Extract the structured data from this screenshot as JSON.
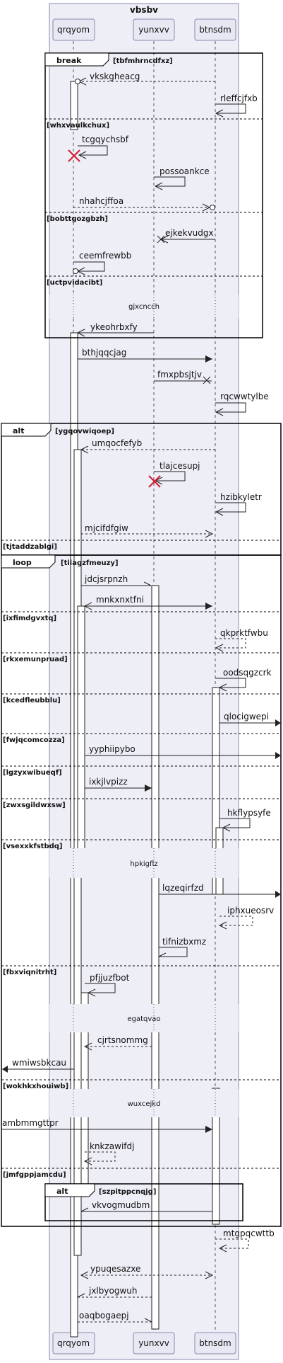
{
  "box_title": "vbsbv",
  "participants": [
    "qrqyom",
    "yunxvv",
    "btnsdm"
  ],
  "frames": [
    {
      "kind": "break",
      "condition": "tbfmhrncdfxz",
      "sections": [
        "whxvaulkchux",
        "bobttgozgbzh",
        "uctpvidacibt"
      ]
    },
    {
      "kind": "alt",
      "condition": "ygqovwiqoep",
      "sections": [
        "tjtaddzablgi"
      ]
    },
    {
      "kind": "loop",
      "condition": "tiiagzfmeuzy",
      "sections": [
        "ixfimdgvxtq",
        "rkxemunpruad",
        "kcedfleubblu",
        "fwjqcomcozza",
        "lgzyxwibueqf",
        "zwxsgildwxsw",
        "vsexxkfstbdq",
        "fbxviqnitrht",
        "wokhkxhouiwb",
        "jmfgppjamcdu"
      ]
    },
    {
      "kind": "alt",
      "condition": "szpitppcnqjg",
      "sections": []
    }
  ],
  "dividers": [
    "gjxcncch",
    "hpkigflz",
    "egatqvao",
    "wuxcejkd"
  ],
  "messages": [
    {
      "text": "vkskgheacg",
      "from": "btnsdm",
      "to": "qrqyom"
    },
    {
      "text": "rleffcjfxb",
      "from": "btnsdm",
      "to": "btnsdm"
    },
    {
      "text": "tcgqychsbf",
      "from": "qrqyom",
      "to": "qrqyom"
    },
    {
      "text": "possoankce",
      "from": "yunxvv",
      "to": "yunxvv"
    },
    {
      "text": "nhahcjffoa",
      "from": "qrqyom",
      "to": "btnsdm"
    },
    {
      "text": "ejkekvudgx",
      "from": "btnsdm",
      "to": "yunxvv"
    },
    {
      "text": "ceemfrewbb",
      "from": "qrqyom",
      "to": "qrqyom"
    },
    {
      "text": "ykeohrbxfy",
      "from": "yunxvv",
      "to": "qrqyom"
    },
    {
      "text": "bthjqqcjag",
      "from": "qrqyom",
      "to": "btnsdm"
    },
    {
      "text": "fmxpbsjtjv",
      "from": "yunxvv",
      "to": "btnsdm"
    },
    {
      "text": "rqcwwtylbe",
      "from": "btnsdm",
      "to": "btnsdm"
    },
    {
      "text": "umqocfefyb",
      "from": "btnsdm",
      "to": "qrqyom"
    },
    {
      "text": "tlajcesupj",
      "from": "yunxvv",
      "to": "yunxvv"
    },
    {
      "text": "hzibkyletr",
      "from": "btnsdm",
      "to": "btnsdm"
    },
    {
      "text": "mjcifdfgiw",
      "from": "qrqyom",
      "to": "btnsdm"
    },
    {
      "text": "jdcjsrpnzh",
      "from": "qrqyom",
      "to": "yunxvv"
    },
    {
      "text": "mnkxnxtfni",
      "from": "btnsdm",
      "to": "qrqyom"
    },
    {
      "text": "qkprktfwbu",
      "from": "btnsdm",
      "to": "btnsdm"
    },
    {
      "text": "oodsqgzcrk",
      "from": "btnsdm",
      "to": "btnsdm"
    },
    {
      "text": "qlocigwepi",
      "from": "btnsdm",
      "to": "right-edge"
    },
    {
      "text": "yyphiipybo",
      "from": "qrqyom",
      "to": "right-edge"
    },
    {
      "text": "ixkjlvpizz",
      "from": "qrqyom",
      "to": "yunxvv"
    },
    {
      "text": "hkflypsyfe",
      "from": "btnsdm",
      "to": "btnsdm"
    },
    {
      "text": "lqzeqirfzd",
      "from": "yunxvv",
      "to": "right-edge"
    },
    {
      "text": "iphxueosrv",
      "from": "btnsdm",
      "to": "btnsdm"
    },
    {
      "text": "tifnizbxmz",
      "from": "yunxvv",
      "to": "yunxvv"
    },
    {
      "text": "pfjjuzfbot",
      "from": "qrqyom",
      "to": "qrqyom"
    },
    {
      "text": "cjrtsnommg",
      "from": "yunxvv",
      "to": "qrqyom"
    },
    {
      "text": "wmiwsbkcau",
      "from": "qrqyom",
      "to": "left-edge"
    },
    {
      "text": "ambmmgttpr",
      "from": "left-edge",
      "to": "btnsdm"
    },
    {
      "text": "knkzawifdj",
      "from": "qrqyom",
      "to": "qrqyom"
    },
    {
      "text": "vkvogmudbm",
      "from": "btnsdm",
      "to": "qrqyom"
    },
    {
      "text": "mtgpqcwttb",
      "from": "btnsdm",
      "to": "btnsdm"
    },
    {
      "text": "ypuqesazxe",
      "from": "qrqyom",
      "to": "btnsdm"
    },
    {
      "text": "jxlbyogwuh",
      "from": "yunxvv",
      "to": "qrqyom"
    },
    {
      "text": "oaqbogaepj",
      "from": "qrqyom",
      "to": "yunxvv"
    }
  ]
}
